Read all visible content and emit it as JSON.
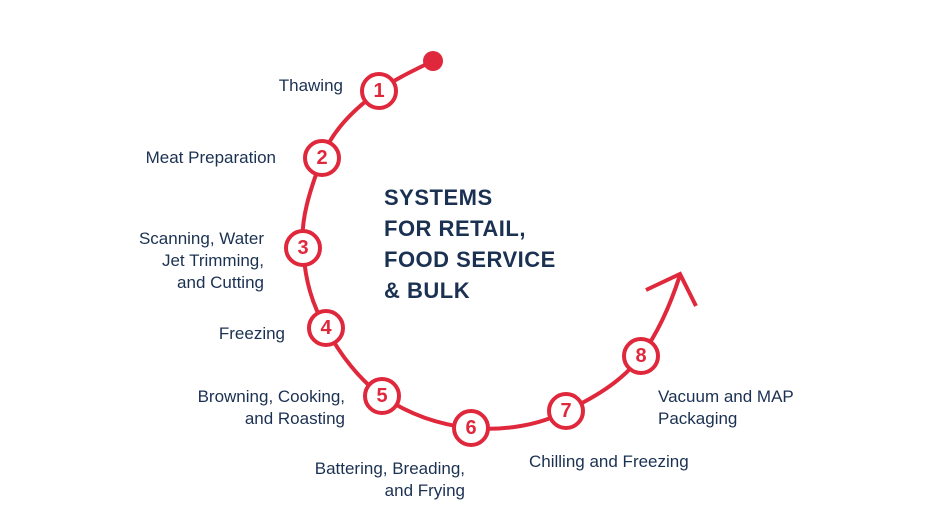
{
  "title": "SYSTEMS\nFOR RETAIL,\nFOOD SERVICE\n& BULK",
  "accent_color": "#e0283c",
  "text_color": "#1b3152",
  "steps": [
    {
      "number": "1",
      "label": "Thawing"
    },
    {
      "number": "2",
      "label": "Meat Preparation"
    },
    {
      "number": "3",
      "label": "Scanning, Water\nJet Trimming,\nand Cutting"
    },
    {
      "number": "4",
      "label": "Freezing"
    },
    {
      "number": "5",
      "label": "Browning, Cooking,\nand Roasting"
    },
    {
      "number": "6",
      "label": "Battering, Breading,\nand Frying"
    },
    {
      "number": "7",
      "label": "Chilling and Freezing"
    },
    {
      "number": "8",
      "label": "Vacuum and MAP\nPackaging"
    }
  ]
}
